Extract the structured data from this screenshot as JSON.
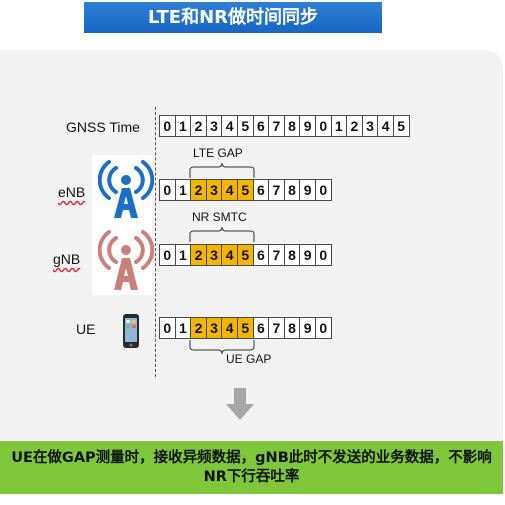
{
  "title": "LTE和NR做时间同步",
  "rows": {
    "gnss": {
      "label": "GNSS Time",
      "cells": [
        "0",
        "1",
        "2",
        "3",
        "4",
        "5",
        "6",
        "7",
        "8",
        "9",
        "0",
        "1",
        "2",
        "3",
        "4",
        "5"
      ],
      "highlight": []
    },
    "enb": {
      "label": "eNB",
      "cells": [
        "0",
        "1",
        "2",
        "3",
        "4",
        "5",
        "6",
        "7",
        "8",
        "9",
        "0"
      ],
      "highlight": [
        2,
        3,
        4,
        5
      ]
    },
    "gnb": {
      "label": "gNB",
      "cells": [
        "0",
        "1",
        "2",
        "3",
        "4",
        "5",
        "6",
        "7",
        "8",
        "9",
        "0"
      ],
      "highlight": [
        2,
        3,
        4,
        5
      ]
    },
    "ue": {
      "label": "UE",
      "cells": [
        "0",
        "1",
        "2",
        "3",
        "4",
        "5",
        "6",
        "7",
        "8",
        "9",
        "0"
      ],
      "highlight": [
        2,
        3,
        4,
        5
      ]
    }
  },
  "brackets": {
    "lte_gap": "LTE GAP",
    "nr_smtc": "NR SMTC",
    "ue_gap": "UE GAP"
  },
  "footer": "UE在做GAP测量时，接收异频数据，gNB此时不发送的业务数据，不影响NR下行吞吐率",
  "colors": {
    "title_bg": "#1867c2",
    "highlight": "#f5b400",
    "footer_bg": "#7ec73a",
    "enb_icon": "#1d6fc4",
    "gnb_icon": "#c9807a"
  }
}
